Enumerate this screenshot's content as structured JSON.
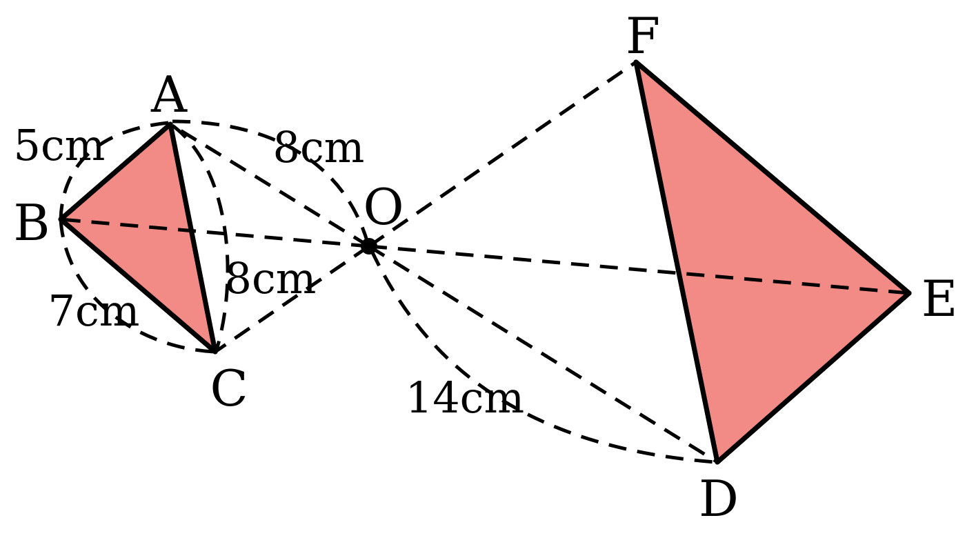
{
  "colors": {
    "triangle_fill": "#f28b85",
    "stroke": "#000000",
    "background": "#ffffff"
  },
  "points": {
    "A": "A",
    "B": "B",
    "C": "C",
    "D": "D",
    "E": "E",
    "F": "F",
    "O": "O"
  },
  "measurements": {
    "AB": "5cm",
    "OA": "8cm",
    "OC": "8cm",
    "BC": "7cm",
    "OD": "14cm"
  },
  "figures": [
    {
      "type": "triangle",
      "vertices": [
        "A",
        "B",
        "C"
      ],
      "filled": true
    },
    {
      "type": "triangle",
      "vertices": [
        "F",
        "E",
        "D"
      ],
      "filled": true
    }
  ]
}
